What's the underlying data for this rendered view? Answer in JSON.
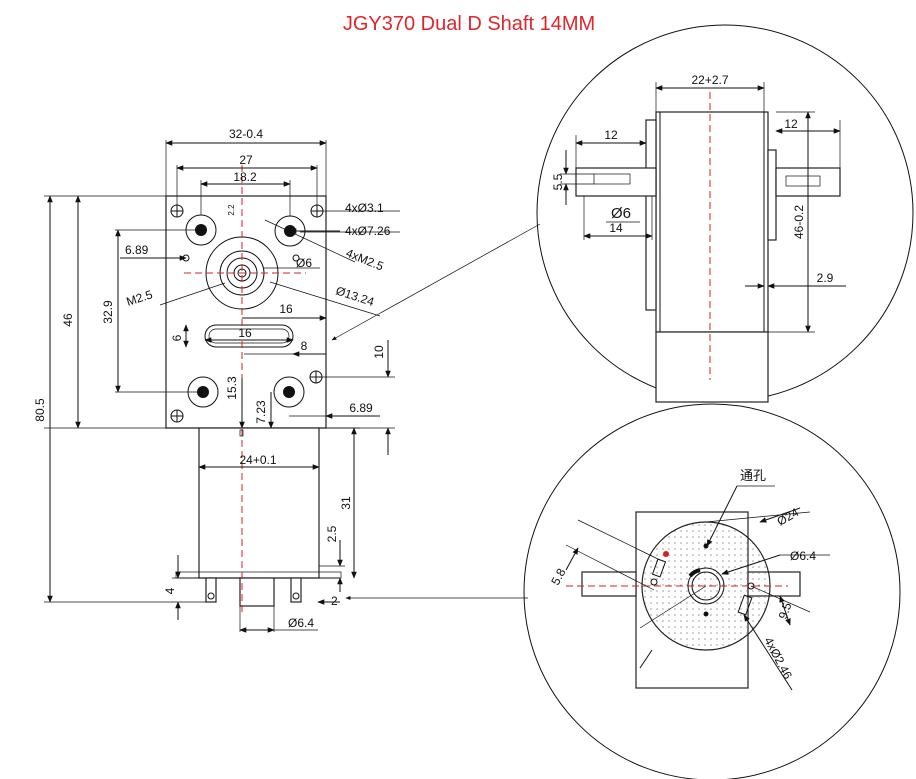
{
  "title": "JGY370 Dual D Shaft 14MM",
  "colors": {
    "title": "#e0262a",
    "center_line": "#d42020",
    "lines": "#111111"
  },
  "front_view": {
    "width_total": "32-0.4",
    "hole_spacing_outer": "27",
    "hole_spacing_inner": "18.2",
    "small_offset": "2.2",
    "hole_small": "4xØ3.1",
    "hole_large": "4xØ7.26",
    "thread": "4xM2.5",
    "shaft_dia": "Ø6",
    "bearing_dia": "Ø13.24",
    "offset_left": "6.89",
    "thread_m": "M2.5",
    "height_32_9": "32.9",
    "slot_16_top": "16",
    "slot_16": "16",
    "slot_6": "6",
    "slot_8": "8",
    "height_10": "10",
    "height_15_3": "15.3",
    "height_7_23": "7.23",
    "offset_right": "6.89",
    "height_46": "46",
    "height_80_5": "80.5",
    "motor_dia": "24+0.1",
    "motor_len": "31",
    "tab_2_5": "2.5",
    "tab_4": "4",
    "tab_2": "2",
    "boss_dia": "Ø6.4"
  },
  "side_view": {
    "width": "22+2.7",
    "shaft_left": "12",
    "shaft_right": "12",
    "flat": "5.5",
    "shaft_dia": "Ø6",
    "shaft_len": "14",
    "height": "46-0.2",
    "offset": "2.9"
  },
  "end_view": {
    "through_hole": "通孔",
    "motor_dia": "Ø24",
    "boss_dia": "Ø6.4",
    "dim_5_8": "5.8",
    "dim_9_5": "9.5",
    "holes": "4xØ2.46"
  }
}
